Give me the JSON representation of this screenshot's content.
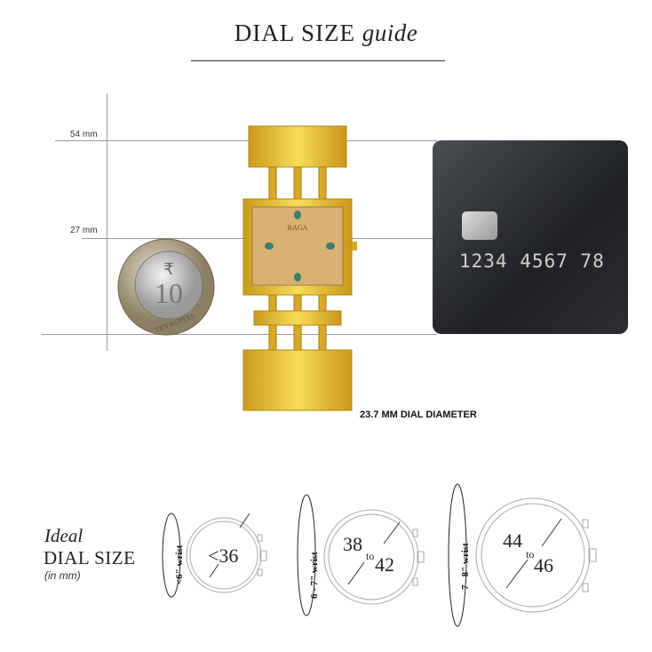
{
  "header": {
    "title_main": "DIAL SIZE",
    "title_italic": "guide"
  },
  "measure": {
    "top_label": "54 mm",
    "mid_label": "27 mm"
  },
  "coin": {
    "denomination": "10",
    "text": "TEN RUPEES",
    "symbol": "₹"
  },
  "watch": {
    "brand": "RAGA",
    "dial_label": "23.7 MM DIAL DIAMETER"
  },
  "card": {
    "number": "1234 4567 78"
  },
  "guide": {
    "ideal": "Ideal",
    "dial_size": "DIAL SIZE",
    "unit": "(in mm)",
    "sizes": [
      {
        "wrist": "<6\" wrist",
        "size": "<36"
      },
      {
        "wrist": "6 - 7\" wrist",
        "from": "38",
        "to": "to",
        "until": "42"
      },
      {
        "wrist": "7 - 8\" wrist",
        "from": "44",
        "to": "to",
        "until": "46"
      }
    ]
  }
}
